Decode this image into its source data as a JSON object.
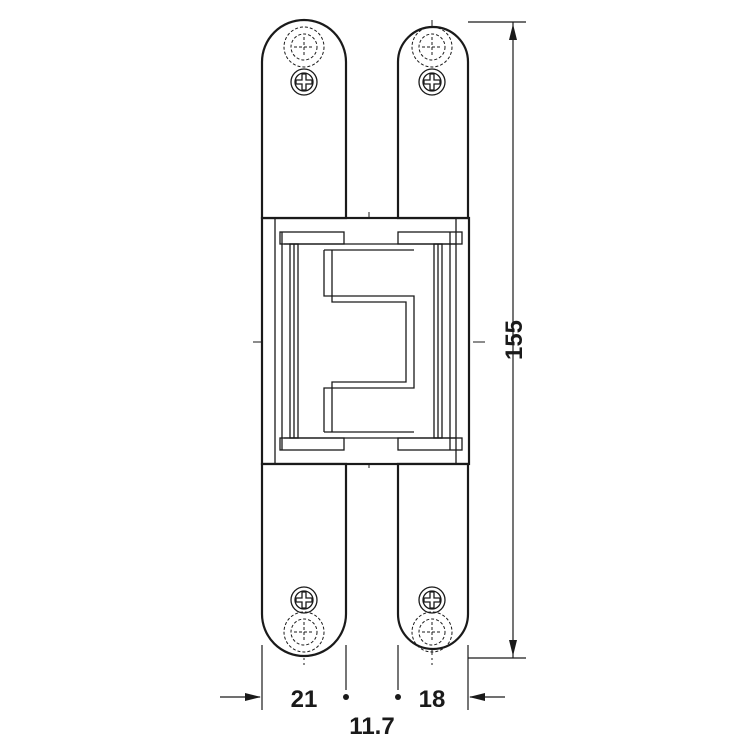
{
  "dimensions": {
    "height": "155",
    "left_width": "21",
    "gap": "11.7",
    "right_width": "18"
  },
  "colors": {
    "stroke": "#1a1a1a",
    "background": "#ffffff"
  }
}
